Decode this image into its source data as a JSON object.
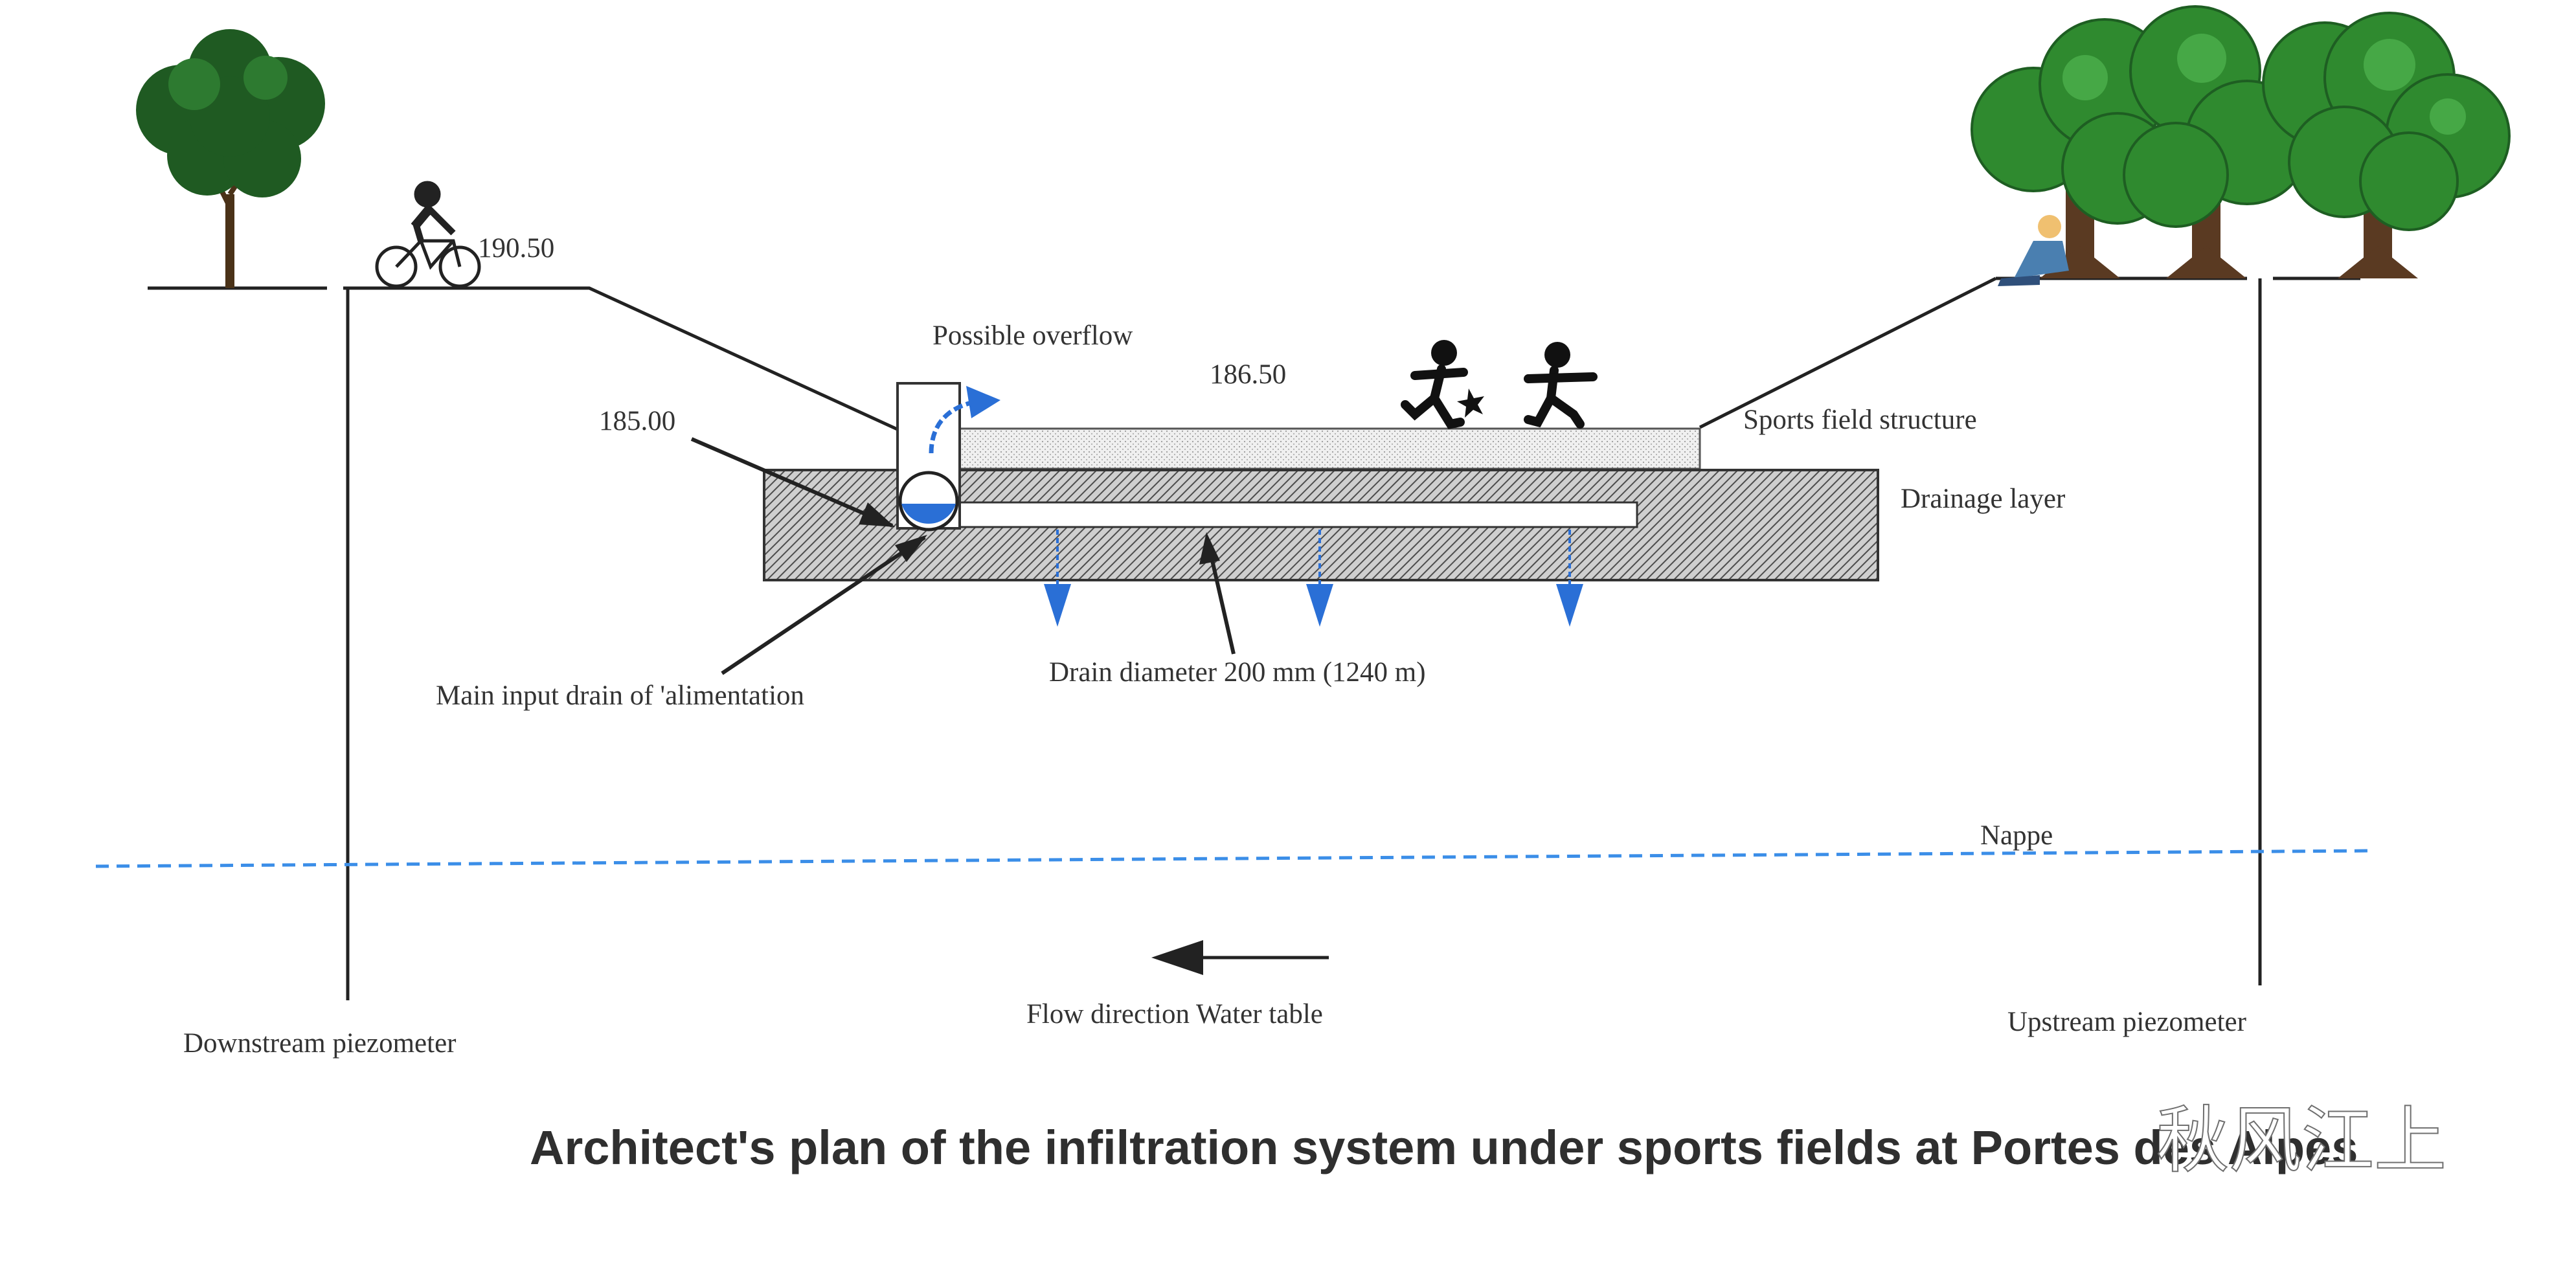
{
  "labels": {
    "elev_190": "190.50",
    "elev_186": "186.50",
    "elev_185": "185.00",
    "possible_overflow": "Possible overflow",
    "sports_field_structure": "Sports field structure",
    "drainage_layer": "Drainage layer",
    "main_input_drain": "Main input drain of 'alimentation",
    "drain_diameter": "Drain diameter 200 mm (1240 m)",
    "nappe": "Nappe",
    "downstream_piezometer": "Downstream piezometer",
    "upstream_piezometer": "Upstream piezometer",
    "flow_direction": "Flow direction  Water table"
  },
  "title": "Architect's plan of the infiltration system under sports fields at Portes des Alpes",
  "watermark": "秋风江上",
  "colors": {
    "line": "#222222",
    "water_blue": "#2a6fd6",
    "water_table": "#3b8ee8",
    "tree_green": "#2f8a2f",
    "tree_dark": "#1e5e22",
    "trunk": "#5a3a22",
    "hatch": "#555555",
    "field_fill": "#ececec"
  }
}
